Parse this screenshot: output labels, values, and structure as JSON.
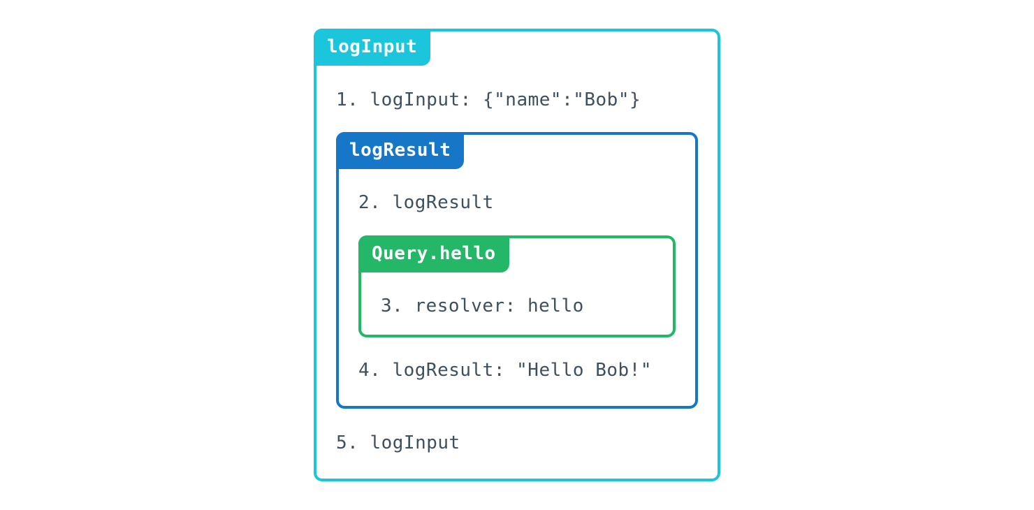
{
  "colors": {
    "cyan": "#1bc6dc",
    "blue": "#1677c8",
    "green": "#24b768",
    "text": "#3e4f5f",
    "background": "#ffffff"
  },
  "diagram": {
    "outer": {
      "label": "logInput",
      "step_before": "1. logInput: {\"name\":\"Bob\"}",
      "step_after": "5. logInput"
    },
    "middle": {
      "label": "logResult",
      "step_before": "2. logResult",
      "step_after": "4. logResult: \"Hello Bob!\""
    },
    "inner": {
      "label": "Query.hello",
      "step": "3. resolver: hello"
    }
  }
}
